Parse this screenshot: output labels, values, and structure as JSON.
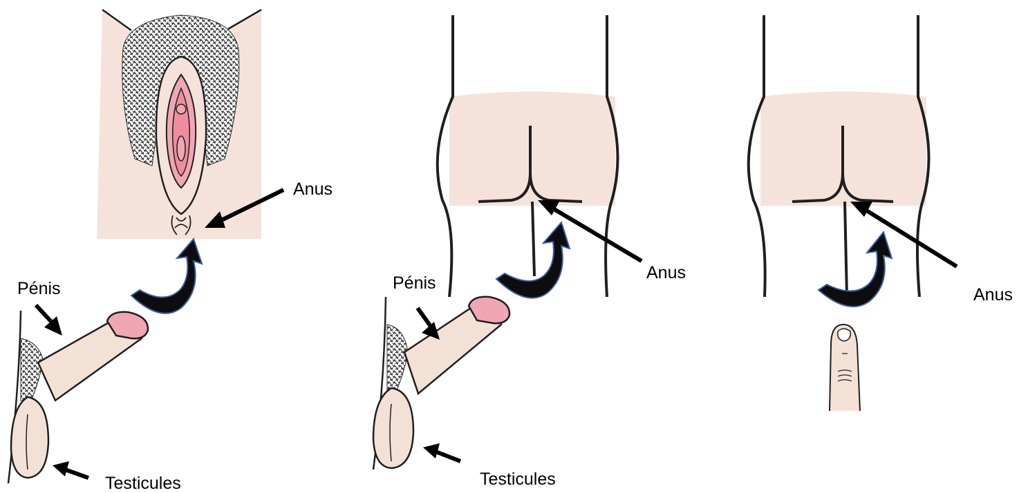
{
  "panels": [
    {
      "anus_label": "Anus",
      "penis_label": "Pénis",
      "testicles_label": "Testicules"
    },
    {
      "anus_label": "Anus",
      "penis_label": "Pénis",
      "testicles_label": "Testicules"
    },
    {
      "anus_label": "Anus"
    }
  ],
  "colors": {
    "skin": "#f5e3db",
    "shaft": "#f4e1d6",
    "glans": "#f0a6b4",
    "inner_pink": "#ef8d9f",
    "outline": "#1f1f1f",
    "curve_arrow_fill": "#0d0d0d",
    "curve_arrow_edge": "#3a5aa8",
    "hair": "#2b2b2b"
  }
}
